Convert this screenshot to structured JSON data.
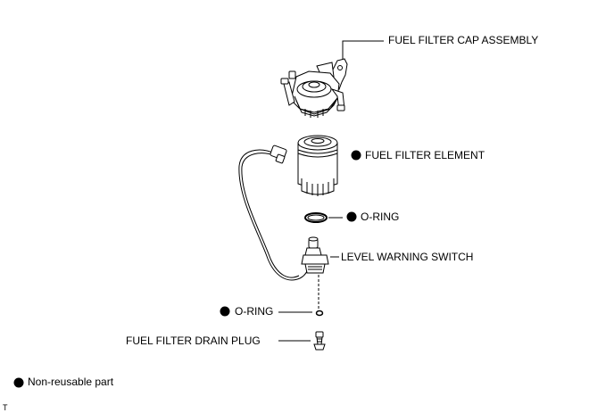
{
  "labels": {
    "cap_assembly": "FUEL FILTER CAP ASSEMBLY",
    "filter_element": "FUEL FILTER ELEMENT",
    "o_ring_upper": "O-RING",
    "level_switch": "LEVEL WARNING SWITCH",
    "o_ring_lower": "O-RING",
    "drain_plug": "FUEL FILTER DRAIN PLUG"
  },
  "legend": {
    "non_reusable": "Non-reusable part"
  },
  "corner_mark": "T",
  "colors": {
    "line": "#000000",
    "background": "#ffffff"
  }
}
